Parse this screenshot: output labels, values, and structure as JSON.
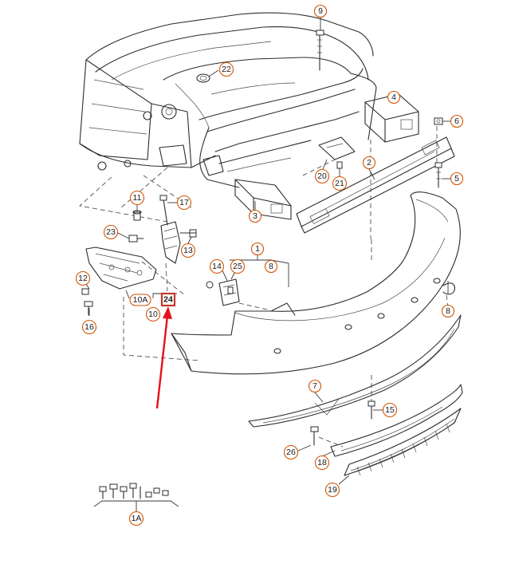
{
  "callouts": [
    {
      "id": "c9",
      "text": "9"
    },
    {
      "id": "c22",
      "text": "22"
    },
    {
      "id": "c4",
      "text": "4"
    },
    {
      "id": "c6",
      "text": "6"
    },
    {
      "id": "c2",
      "text": "2"
    },
    {
      "id": "c5",
      "text": "5"
    },
    {
      "id": "c20",
      "text": "20"
    },
    {
      "id": "c21",
      "text": "21"
    },
    {
      "id": "c3",
      "text": "3"
    },
    {
      "id": "c11",
      "text": "11"
    },
    {
      "id": "c17",
      "text": "17"
    },
    {
      "id": "c23",
      "text": "23"
    },
    {
      "id": "c13",
      "text": "13"
    },
    {
      "id": "c1",
      "text": "1"
    },
    {
      "id": "c14",
      "text": "14"
    },
    {
      "id": "c25",
      "text": "25"
    },
    {
      "id": "c8a",
      "text": "8"
    },
    {
      "id": "c8b",
      "text": "8"
    },
    {
      "id": "c12",
      "text": "12"
    },
    {
      "id": "c10A",
      "text": "10A"
    },
    {
      "id": "c24",
      "text": "24"
    },
    {
      "id": "c10",
      "text": "10"
    },
    {
      "id": "c16",
      "text": "16"
    },
    {
      "id": "c7",
      "text": "7"
    },
    {
      "id": "c15",
      "text": "15"
    },
    {
      "id": "c26",
      "text": "26"
    },
    {
      "id": "c18",
      "text": "18"
    },
    {
      "id": "c19",
      "text": "19"
    },
    {
      "id": "c1A",
      "text": "1A"
    }
  ],
  "highlight": {
    "part": "24",
    "color": "#e8101a"
  }
}
